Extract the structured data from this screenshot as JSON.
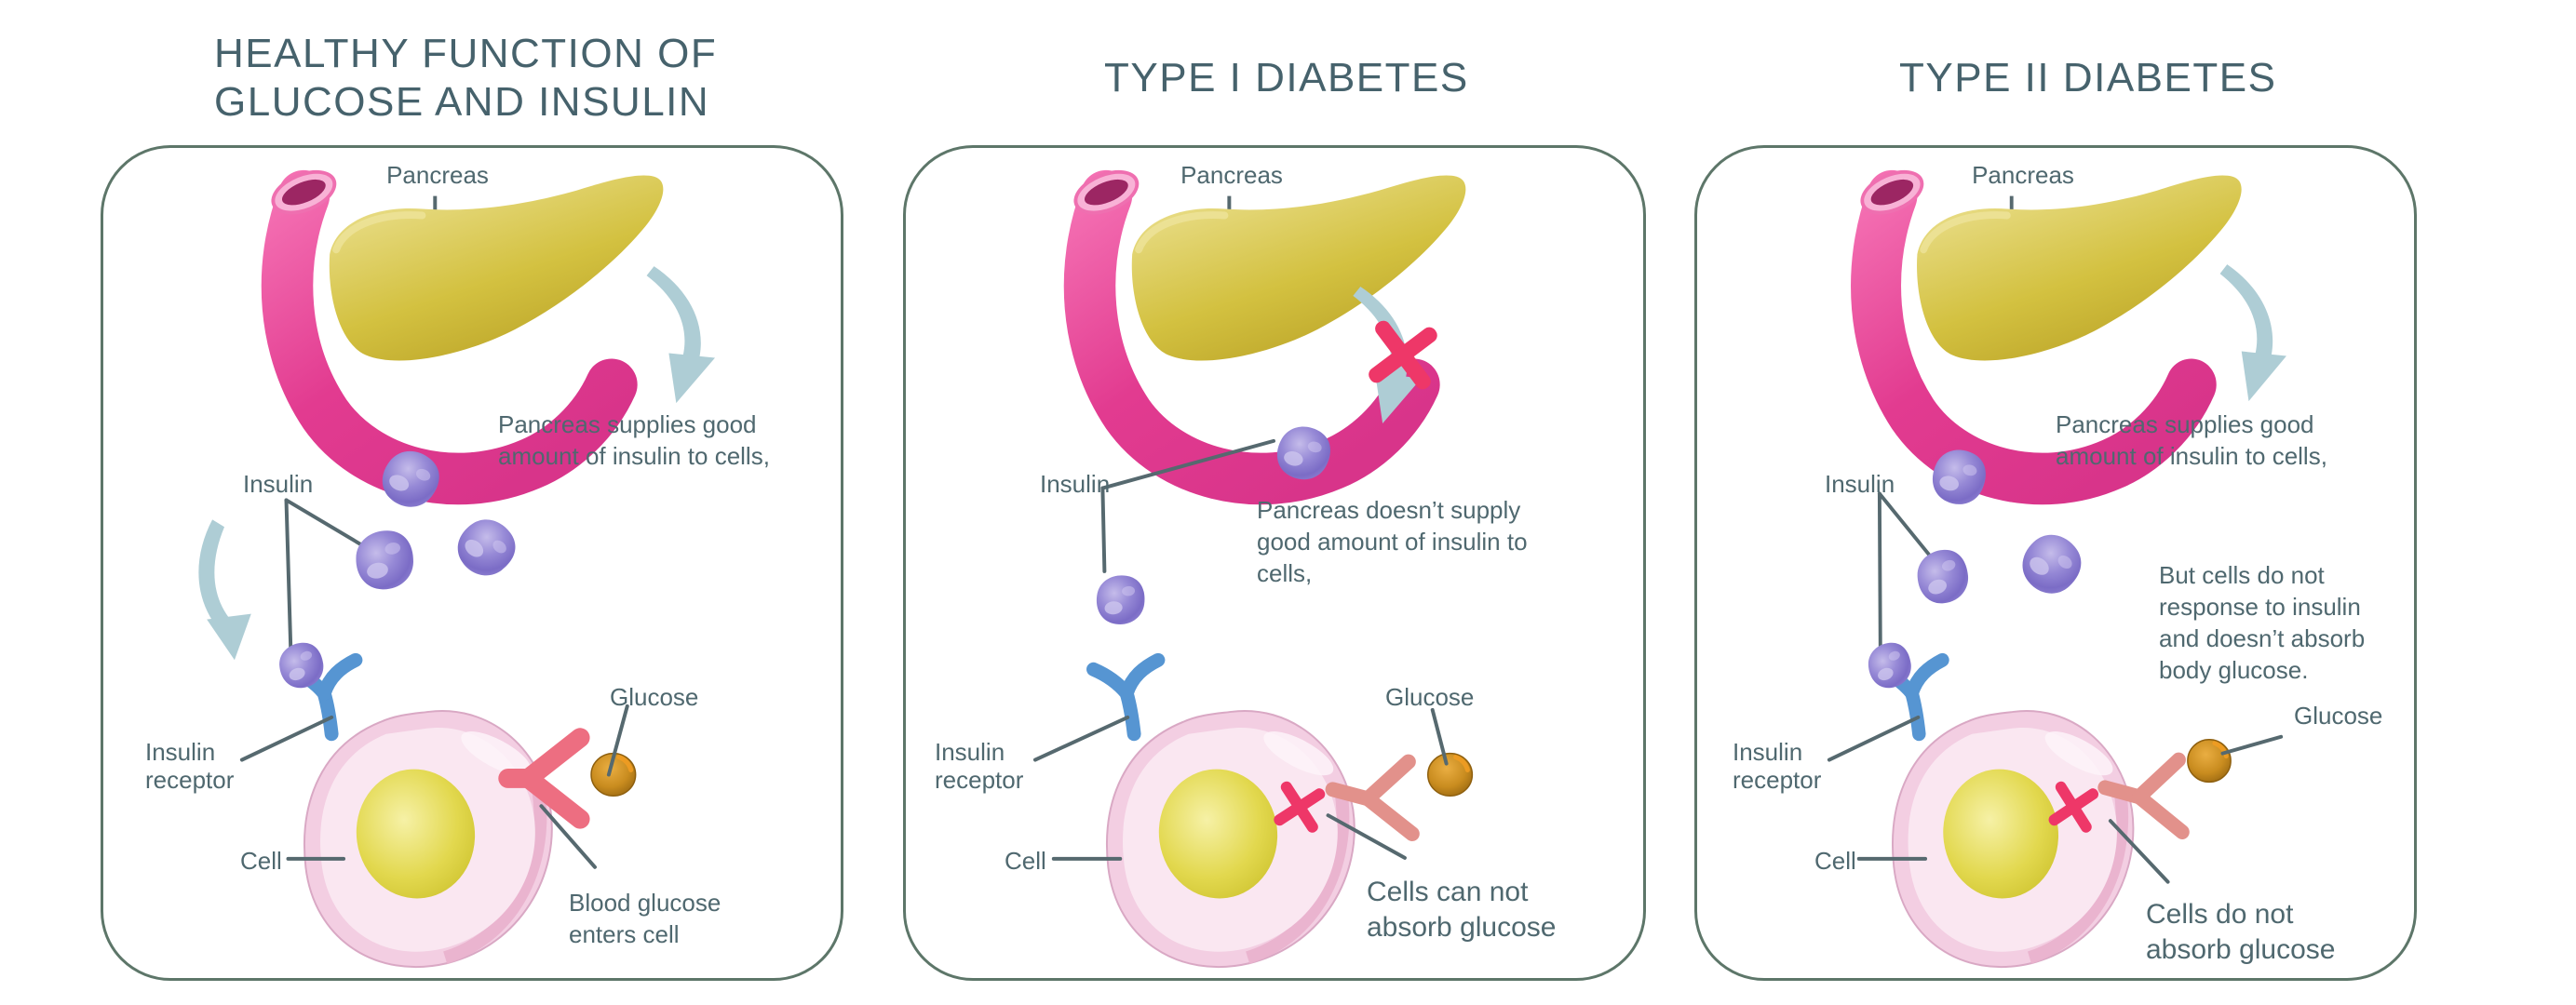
{
  "infographic": {
    "panels": [
      {
        "id": "healthy",
        "title": "HEALTHY FUNCTION OF GLUCOSE AND INSULIN",
        "labels": {
          "pancreas": "Pancreas",
          "insulin": "Insulin",
          "insulin_receptor": "Insulin receptor",
          "cell": "Cell",
          "glucose": "Glucose"
        },
        "notes": {
          "supply": "Pancreas supplies good amount of insulin to cells,",
          "bottom": "Blood glucose enters cell"
        }
      },
      {
        "id": "type-1-diabetes",
        "title": "TYPE I DIABETES",
        "labels": {
          "pancreas": "Pancreas",
          "insulin": "Insulin",
          "insulin_receptor": "Insulin receptor",
          "cell": "Cell",
          "glucose": "Glucose"
        },
        "notes": {
          "supply": "Pancreas doesn’t supply good amount of insulin to cells,",
          "bottom": "Cells can not absorb glucose"
        }
      },
      {
        "id": "type-2-diabetes",
        "title": "TYPE II DIABETES",
        "labels": {
          "pancreas": "Pancreas",
          "insulin": "Insulin",
          "insulin_receptor": "Insulin receptor",
          "cell": "Cell",
          "glucose": "Glucose"
        },
        "notes": {
          "supply": "Pancreas supplies good amount of insulin to cells,",
          "middle": "But cells do not response to insulin and doesn’t absorb body glucose.",
          "bottom": "Cells do not absorb glucose"
        }
      }
    ],
    "colors": {
      "title_text": "#46626c",
      "body_text": "#4f686f",
      "leader_line": "#56696f",
      "panel_border": "#5d7669",
      "pancreas_yellow": "#d6c441",
      "duodenum_pink": "#e23b90",
      "insulin_purple": "#8375cc",
      "receptor_blue": "#5695d2",
      "cell_pink": "#f3cee2",
      "nucleus_yellow": "#ded345",
      "glucose_brown": "#c98c1f",
      "arrow_teal": "#aecdd5",
      "x_mark_pink": "#ee3768",
      "channel_closed": "#ed6e81",
      "channel_open": "#e2918b"
    }
  }
}
